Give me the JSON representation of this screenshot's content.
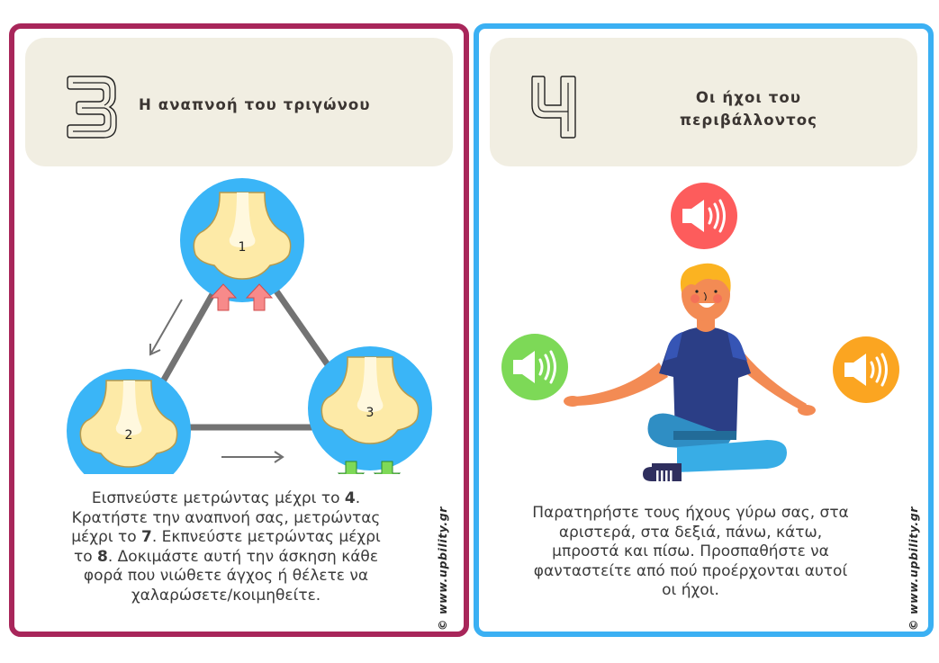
{
  "cards": [
    {
      "number": "3",
      "title": "Η αναπνοή του τριγώνου",
      "border_color": "#a8265a",
      "body": "Εισπνεύστε μετρώντας μέχρι το 4. Κρατήστε την αναπνοή σας, μετρώντας μέχρι το 7. Εκπνεύστε μετρώντας μέχρι το 8. Δοκιμάστε αυτή την άσκηση κάθε φορά που νιώθετε άγχος ή θέλετε να χαλαρώσετε/κοιμηθείτε.",
      "body_lines": [
        {
          "pre": "Εισπνεύστε μετρώντας μέχρι το ",
          "bold": "4",
          "post": "."
        },
        {
          "pre": "Κρατήστε την αναπνοή σας, μετρώντας",
          "bold": "",
          "post": ""
        },
        {
          "pre": "μέχρι το ",
          "bold": "7",
          "post": ". Εκπνεύστε μετρώντας μέχρι"
        },
        {
          "pre": "το ",
          "bold": "8",
          "post": ". Δοκιμάστε αυτή την άσκηση κάθε"
        },
        {
          "pre": "φορά που νιώθετε άγχος ή θέλετε να",
          "bold": "",
          "post": ""
        },
        {
          "pre": "χαλαρώσετε/κοιμηθείτε.",
          "bold": "",
          "post": ""
        }
      ],
      "illustration": {
        "type": "breathing-triangle",
        "nodes": [
          {
            "label": "1",
            "arrows": "up",
            "arrow_color": "#f78a8a"
          },
          {
            "label": "2",
            "arrows": "none"
          },
          {
            "label": "3",
            "arrows": "down",
            "arrow_color": "#7ed957"
          }
        ],
        "circle_color": "#3ab5f7",
        "nose_color": "#fdeaa7",
        "line_color": "#737373"
      },
      "credit": "© www.upbility.gr"
    },
    {
      "number": "4",
      "title_lines": [
        "Οι ήχοι του",
        "περιβάλλοντος"
      ],
      "title": "Οι ήχοι του περιβάλλοντος",
      "border_color": "#3bb0f3",
      "body_lines": [
        "Παρατηρήστε τους ήχους γύρω σας, στα",
        "αριστερά, στα δεξιά, πάνω, κάτω,",
        "μπροστά και πίσω. Προσπαθήστε να",
        "φανταστείτε από πού προέρχονται αυτοί",
        "οι ήχοι."
      ],
      "illustration": {
        "type": "sounds-around-person",
        "speakers": [
          {
            "position": "top",
            "color": "#fd5c5c"
          },
          {
            "position": "left",
            "color": "#7dd957"
          },
          {
            "position": "right",
            "color": "#fba521"
          }
        ]
      },
      "credit": "© www.upbility.gr"
    }
  ]
}
